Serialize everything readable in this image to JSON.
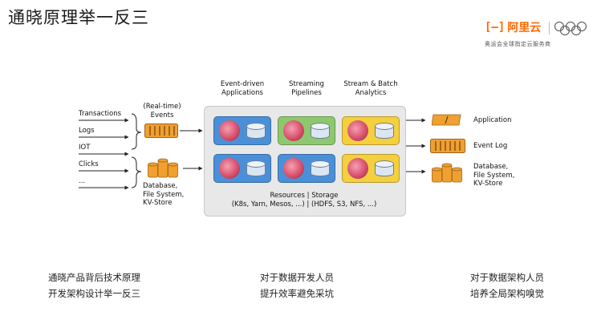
{
  "title": "通晓原理举一反三",
  "brand": {
    "name": "阿里云",
    "tagline": "奥运会全球指定云服务商"
  },
  "diagram": {
    "inputs": [
      "Transactions",
      "Logs",
      "IOT",
      "Clicks",
      "..."
    ],
    "events_label": "(Real-time)\nEvents",
    "database_label": "Database,\nFile System,\nKV-Store",
    "columns": [
      "Event-driven\nApplications",
      "Streaming\nPipelines",
      "Stream & Batch\nAnalytics"
    ],
    "resources_title": "Resources | Storage",
    "resources_detail": "(K8s, Yarn, Mesos, ...) | (HDFS, S3, NFS, ...)",
    "outputs": {
      "application": "Application",
      "event_log": "Event Log",
      "database": "Database,\nFile System,\nKV-Store"
    },
    "colors": {
      "blue": "#4a90d9",
      "green": "#8ec86e",
      "yellow": "#f4cf3e",
      "orange": "#f0a030"
    }
  },
  "bottom": {
    "left": [
      "通晓产品背后技术原理",
      "开发架构设计举一反三"
    ],
    "middle": [
      "对于数据开发人员",
      "提升效率避免采坑"
    ],
    "right": [
      "对于数据架构人员",
      "培养全局架构嗅觉"
    ]
  }
}
